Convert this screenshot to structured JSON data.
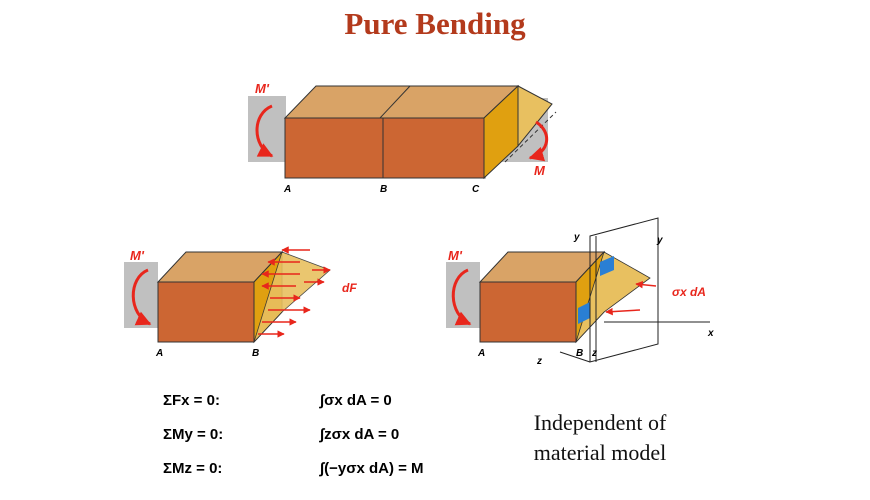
{
  "title": "Pure Bending",
  "figure_top": {
    "moment_left": "M'",
    "moment_right": "M",
    "points": [
      "A",
      "B",
      "C"
    ]
  },
  "figure_left": {
    "moment_left": "M'",
    "force_label": "dF",
    "points": [
      "A",
      "B"
    ]
  },
  "figure_right": {
    "moment_left": "M'",
    "stress_label": "σx dA",
    "axes": [
      "y",
      "y",
      "x",
      "z",
      "z"
    ],
    "points": [
      "A",
      "B"
    ]
  },
  "equations": [
    {
      "left": "ΣFx = 0:",
      "right": "∫σx dA = 0"
    },
    {
      "left": "ΣMy = 0:",
      "right": "∫zσx dA = 0"
    },
    {
      "left": "ΣMz = 0:",
      "right": "∫(−yσx dA) = M"
    }
  ],
  "note": [
    "Independent of",
    "material model"
  ],
  "colors": {
    "title": "#b33a1c",
    "block_front": "#cc6633",
    "block_top": "#d9a366",
    "section_face": "#e0a010",
    "support_gray": "#c0c0c0",
    "arrow_red": "#e8261c",
    "stress_blue": "#2a7fd4"
  }
}
